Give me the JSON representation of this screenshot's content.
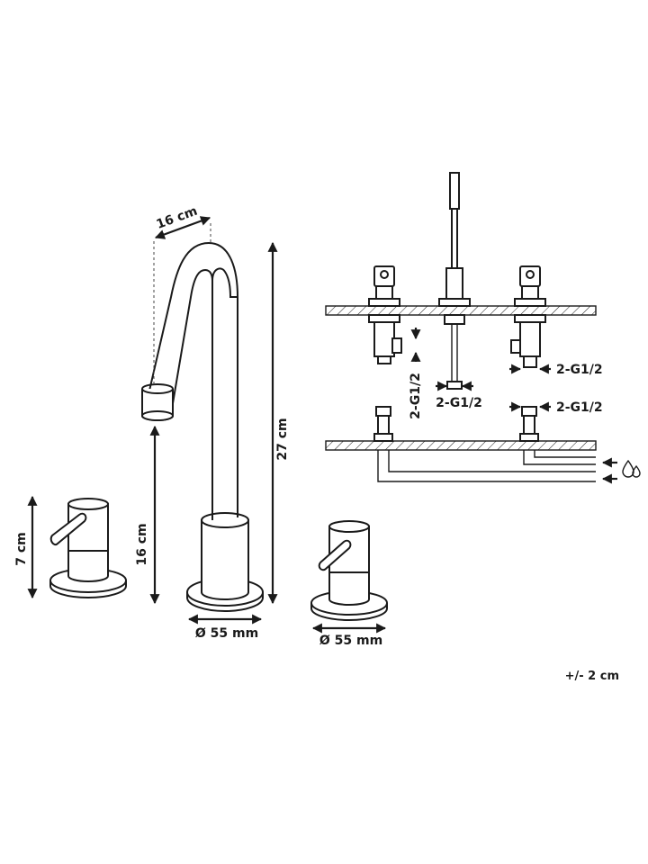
{
  "dimensions": {
    "spout_reach": "16 cm",
    "total_height": "27 cm",
    "spout_height": "16 cm",
    "handle_height": "7 cm",
    "spout_base_diameter": "Ø 55 mm",
    "handle_base_diameter": "Ø 55 mm"
  },
  "connections": {
    "left_valve_outlet": "2-G1/2",
    "spout_outlet": "2-G1/2",
    "right_valve_outlet": "2-G1/2",
    "supply_connection": "2-G1/2"
  },
  "tolerance_note": "+/- 2 cm",
  "icons": {
    "water_supply": "water-drops-icon"
  }
}
